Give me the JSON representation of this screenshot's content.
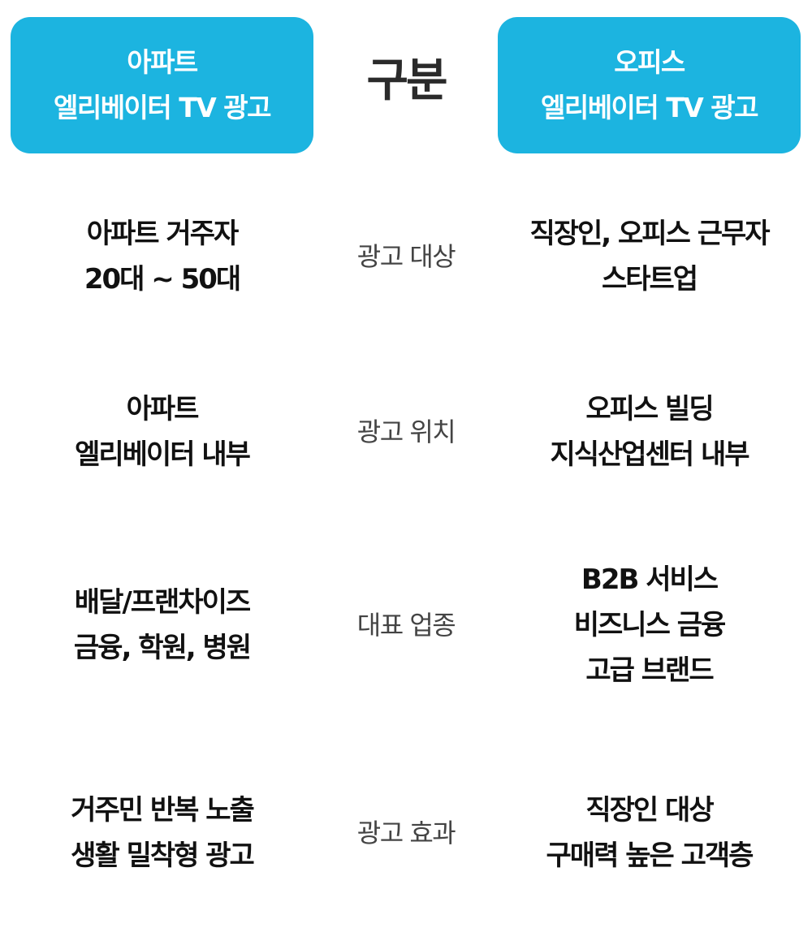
{
  "header": {
    "left_lines": [
      "아파트",
      "엘리베이터 TV 광고"
    ],
    "center": "구분",
    "right_lines": [
      "오피스",
      "엘리베이터 TV 광고"
    ]
  },
  "rows": [
    {
      "category": "광고 대상",
      "left": [
        "아파트 거주자",
        "20대 ~ 50대"
      ],
      "right": [
        "직장인, 오피스 근무자",
        "스타트업"
      ]
    },
    {
      "category": "광고 위치",
      "left": [
        "아파트",
        "엘리베이터 내부"
      ],
      "right": [
        "오피스 빌딩",
        "지식산업센터 내부"
      ]
    },
    {
      "category": "대표 업종",
      "left": [
        "배달/프랜차이즈",
        "금융, 학원, 병원"
      ],
      "right": [
        "B2B 서비스",
        "비즈니스 금융",
        "고급 브랜드"
      ]
    },
    {
      "category": "광고 효과",
      "left": [
        "거주민 반복 노출",
        "생활 밀착형 광고"
      ],
      "right": [
        "직장인 대상",
        "구매력 높은 고객층"
      ]
    }
  ],
  "colors": {
    "header_bg": "#1cb4e0",
    "header_text": "#ffffff",
    "body_text": "#111111",
    "category_text": "#444444"
  }
}
